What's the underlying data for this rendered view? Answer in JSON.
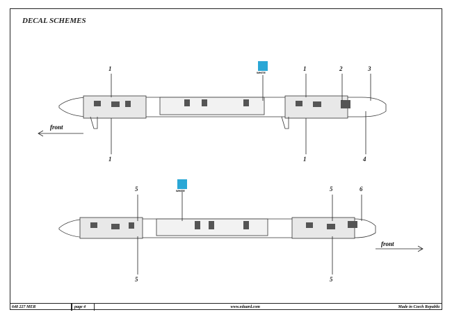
{
  "title": "DECAL SCHEMES",
  "top_view": {
    "callouts_top": [
      "1",
      "1",
      "2",
      "3"
    ],
    "callouts_bottom": [
      "1",
      "1",
      "4"
    ],
    "color_chip": {
      "label": "WHITE",
      "color": "#2aa7d6"
    },
    "direction": "front"
  },
  "bottom_view": {
    "callouts_top": [
      "5",
      "5",
      "6"
    ],
    "callouts_bottom": [
      "5",
      "5"
    ],
    "color_chip": {
      "label": "WHITE",
      "color": "#2aa7d6"
    },
    "direction": "front"
  },
  "footer": {
    "code": "648 227 MER",
    "page": "page 4",
    "website": "www.eduard.com",
    "origin": "Made in Czech Republic"
  }
}
